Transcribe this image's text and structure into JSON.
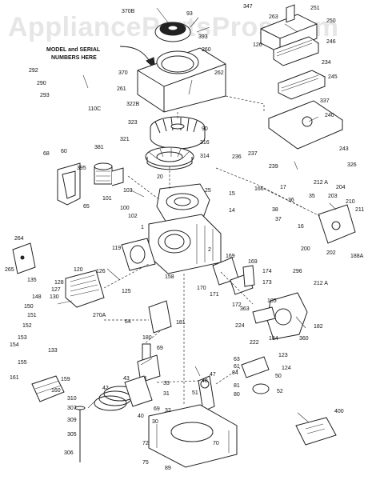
{
  "watermark": "AppliancePartsPros.com",
  "note": [
    "MODEL and SERIAL",
    "NUMBERS HERE"
  ],
  "labels": [
    {
      "id": "l370b",
      "text": "370B"
    },
    {
      "id": "l93",
      "text": "93"
    },
    {
      "id": "l347",
      "text": "347"
    },
    {
      "id": "l263",
      "text": "263"
    },
    {
      "id": "l251",
      "text": "251"
    },
    {
      "id": "l250",
      "text": "250"
    },
    {
      "id": "l393",
      "text": "393"
    },
    {
      "id": "l260",
      "text": "260"
    },
    {
      "id": "l126",
      "text": "126"
    },
    {
      "id": "l246",
      "text": "246"
    },
    {
      "id": "l234",
      "text": "234"
    },
    {
      "id": "l245",
      "text": "245"
    },
    {
      "id": "l292",
      "text": "292"
    },
    {
      "id": "l290",
      "text": "290"
    },
    {
      "id": "l293",
      "text": "293"
    },
    {
      "id": "l370",
      "text": "370"
    },
    {
      "id": "l262",
      "text": "262"
    },
    {
      "id": "l261",
      "text": "261"
    },
    {
      "id": "l337",
      "text": "337"
    },
    {
      "id": "l322b",
      "text": "322B"
    },
    {
      "id": "l110c",
      "text": "110C"
    },
    {
      "id": "l240",
      "text": "240"
    },
    {
      "id": "l323",
      "text": "323"
    },
    {
      "id": "l90",
      "text": "90"
    },
    {
      "id": "l321",
      "text": "321"
    },
    {
      "id": "l316",
      "text": "316"
    },
    {
      "id": "l243",
      "text": "243"
    },
    {
      "id": "l314",
      "text": "314"
    },
    {
      "id": "l381",
      "text": "381"
    },
    {
      "id": "l237",
      "text": "237"
    },
    {
      "id": "l236",
      "text": "236"
    },
    {
      "id": "l68",
      "text": "68"
    },
    {
      "id": "l60",
      "text": "60"
    },
    {
      "id": "l395",
      "text": "395"
    },
    {
      "id": "l20",
      "text": "20"
    },
    {
      "id": "l239",
      "text": "239"
    },
    {
      "id": "l326",
      "text": "326"
    },
    {
      "id": "l212a",
      "text": "212 A"
    },
    {
      "id": "l204",
      "text": "204"
    },
    {
      "id": "l166",
      "text": "166"
    },
    {
      "id": "l103",
      "text": "103"
    },
    {
      "id": "l25",
      "text": "25"
    },
    {
      "id": "l15",
      "text": "15"
    },
    {
      "id": "l17",
      "text": "17"
    },
    {
      "id": "l203",
      "text": "203"
    },
    {
      "id": "l101",
      "text": "101"
    },
    {
      "id": "l210",
      "text": "210"
    },
    {
      "id": "l211",
      "text": "211"
    },
    {
      "id": "l65",
      "text": "65"
    },
    {
      "id": "l100",
      "text": "100"
    },
    {
      "id": "l14",
      "text": "14"
    },
    {
      "id": "l38",
      "text": "38"
    },
    {
      "id": "l36",
      "text": "36"
    },
    {
      "id": "l35",
      "text": "35"
    },
    {
      "id": "l102",
      "text": "102"
    },
    {
      "id": "l37",
      "text": "37"
    },
    {
      "id": "l16",
      "text": "16"
    },
    {
      "id": "l1",
      "text": "1"
    },
    {
      "id": "l264",
      "text": "264"
    },
    {
      "id": "l200",
      "text": "200"
    },
    {
      "id": "l202",
      "text": "202"
    },
    {
      "id": "l188a",
      "text": "188A"
    },
    {
      "id": "l119",
      "text": "119"
    },
    {
      "id": "l2",
      "text": "2"
    },
    {
      "id": "l169a",
      "text": "169"
    },
    {
      "id": "l169b",
      "text": "169"
    },
    {
      "id": "l265",
      "text": "265"
    },
    {
      "id": "l120",
      "text": "120"
    },
    {
      "id": "l126b",
      "text": "126"
    },
    {
      "id": "l174",
      "text": "174"
    },
    {
      "id": "l296",
      "text": "296"
    },
    {
      "id": "l135",
      "text": "135"
    },
    {
      "id": "l128",
      "text": "128"
    },
    {
      "id": "l127",
      "text": "127"
    },
    {
      "id": "l158",
      "text": "158"
    },
    {
      "id": "l173",
      "text": "173"
    },
    {
      "id": "l212a2",
      "text": "212 A"
    },
    {
      "id": "l170",
      "text": "170"
    },
    {
      "id": "l171",
      "text": "171"
    },
    {
      "id": "l172",
      "text": "172"
    },
    {
      "id": "l105",
      "text": "105"
    },
    {
      "id": "l148",
      "text": "148"
    },
    {
      "id": "l130",
      "text": "130"
    },
    {
      "id": "l125",
      "text": "125"
    },
    {
      "id": "l150",
      "text": "150"
    },
    {
      "id": "l363",
      "text": "363"
    },
    {
      "id": "l224",
      "text": "224"
    },
    {
      "id": "l151",
      "text": "151"
    },
    {
      "id": "l270a",
      "text": "270A"
    },
    {
      "id": "l64",
      "text": "64"
    },
    {
      "id": "l152",
      "text": "152"
    },
    {
      "id": "l180",
      "text": "180"
    },
    {
      "id": "l181",
      "text": "181"
    },
    {
      "id": "l184",
      "text": "184"
    },
    {
      "id": "l182",
      "text": "182"
    },
    {
      "id": "l153",
      "text": "153"
    },
    {
      "id": "l222",
      "text": "222"
    },
    {
      "id": "l360",
      "text": "360"
    },
    {
      "id": "l154",
      "text": "154"
    },
    {
      "id": "l133",
      "text": "133"
    },
    {
      "id": "l155",
      "text": "155"
    },
    {
      "id": "l69",
      "text": "69"
    },
    {
      "id": "l123",
      "text": "123"
    },
    {
      "id": "l63",
      "text": "63"
    },
    {
      "id": "l61",
      "text": "61"
    },
    {
      "id": "l84",
      "text": "84"
    },
    {
      "id": "l124",
      "text": "124"
    },
    {
      "id": "l161",
      "text": "161"
    },
    {
      "id": "l160",
      "text": "160"
    },
    {
      "id": "l159",
      "text": "159"
    },
    {
      "id": "l47",
      "text": "47"
    },
    {
      "id": "l43",
      "text": "43"
    },
    {
      "id": "l48",
      "text": "48"
    },
    {
      "id": "l50",
      "text": "50"
    },
    {
      "id": "l33",
      "text": "33"
    },
    {
      "id": "l42",
      "text": "42"
    },
    {
      "id": "l31",
      "text": "31"
    },
    {
      "id": "l51",
      "text": "51"
    },
    {
      "id": "l81",
      "text": "81"
    },
    {
      "id": "l80",
      "text": "80"
    },
    {
      "id": "l52",
      "text": "52"
    },
    {
      "id": "l310",
      "text": "310"
    },
    {
      "id": "l307",
      "text": "307"
    },
    {
      "id": "l309",
      "text": "309"
    },
    {
      "id": "l32",
      "text": "32"
    },
    {
      "id": "l40",
      "text": "40"
    },
    {
      "id": "l400",
      "text": "400"
    },
    {
      "id": "l305",
      "text": "305"
    },
    {
      "id": "l69b",
      "text": "69"
    },
    {
      "id": "l30",
      "text": "30"
    },
    {
      "id": "l72",
      "text": "72"
    },
    {
      "id": "l70",
      "text": "70"
    },
    {
      "id": "l306",
      "text": "306"
    },
    {
      "id": "l75",
      "text": "75"
    },
    {
      "id": "l89",
      "text": "89"
    }
  ]
}
